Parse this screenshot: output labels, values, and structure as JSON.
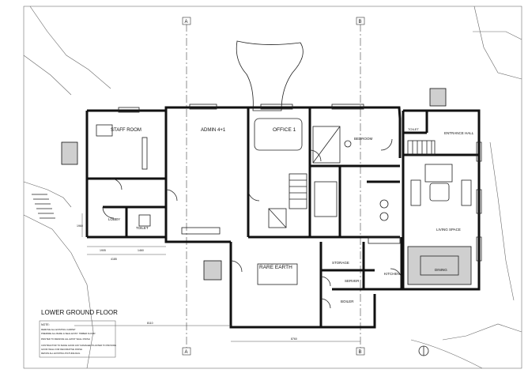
{
  "drawing": {
    "title": "LOWER GROUND FLOOR",
    "notes_heading": "NOTE:",
    "notes": [
      "REMOVE ALL EXISTING CARPET",
      "PREPARE ALL BARE & SEAL EXIST. TIMBER FLOOR",
      "PAINTED TO REMOVE ALL EXIST WALL FINISH",
      "CONTRACTOR TO MAKE GOOD ANY DAMAGED PLASTER TO PROVIDE",
      "GOOD WALL FOR DECORATIVE FINISH",
      "RETAIN ALL EXISTING PICTURE RAIL"
    ]
  },
  "rooms": {
    "staff_room": "STAFF ROOM",
    "admin": "ADMIN 4+1",
    "office": "OFFICE 1",
    "bedroom": "BEDROOM",
    "toilet_top": "TOILET",
    "entrance_hall": "ENTRANCE HALL",
    "lobby": "LOBBY",
    "toilet_left": "TOILET",
    "rare_earth": "RARE EARTH",
    "storage": "STORAGE",
    "server": "SERVER",
    "boiler": "BOILER",
    "kitchen": "KITCHEN",
    "living_space": "LIVING SPACE",
    "dining": "DINING"
  },
  "grid_labels": {
    "a_top": "A",
    "b_top": "B",
    "a_bottom": "A",
    "b_bottom": "B"
  },
  "dimensions": {
    "left_a": "4185",
    "left_b": "1905",
    "left_c": "1460",
    "side_a": "1960",
    "bottom_a": "8110",
    "bottom_b": "8760"
  },
  "colors": {
    "line": "#111111",
    "hatch": "#cfcfcf",
    "background": "#ffffff"
  }
}
